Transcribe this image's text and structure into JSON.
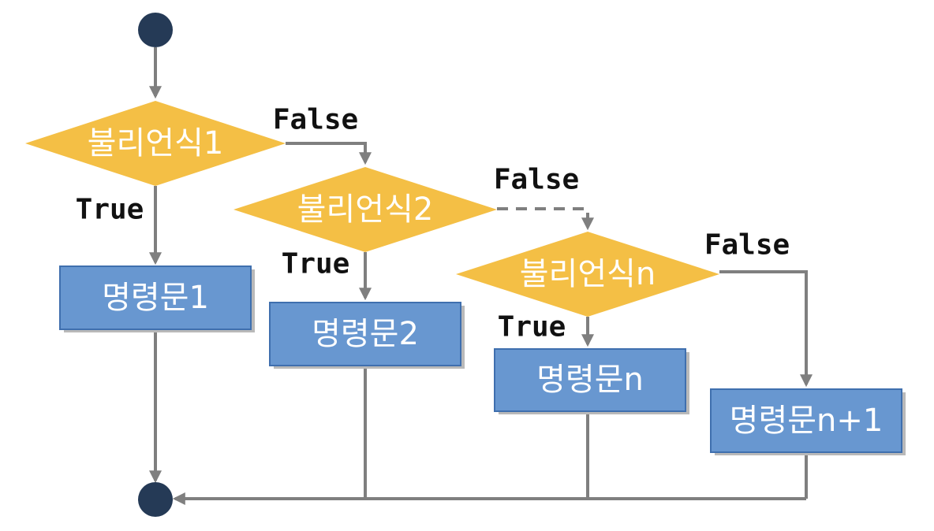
{
  "nodes": {
    "start": "",
    "cond1": "불리언식1",
    "cond2": "불리언식2",
    "condn": "불리언식n",
    "stmt1": "명령문1",
    "stmt2": "명령문2",
    "stmtn": "명령문n",
    "stmtn1": "명령문n+1",
    "end": ""
  },
  "edges": {
    "cond1_true": "True",
    "cond1_false": "False",
    "cond2_true": "True",
    "cond2_false": "False",
    "condn_true": "True",
    "condn_false": "False"
  },
  "colors": {
    "decision": "#f4bf45",
    "statement": "#6897d0",
    "terminal": "#253a56",
    "line": "#7f7f7f"
  }
}
